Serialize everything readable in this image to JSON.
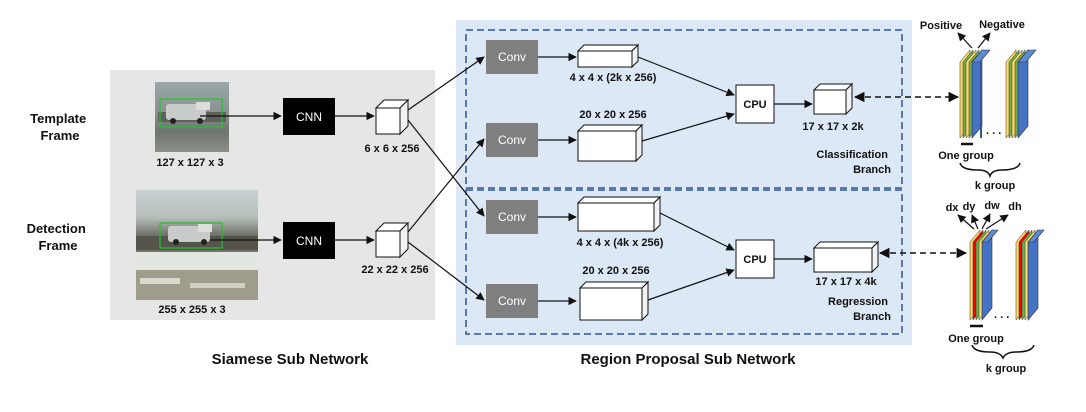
{
  "inputs": {
    "template_label": [
      "Template",
      "Frame"
    ],
    "template_dim": "127 x 127 x 3",
    "detection_label": [
      "Detection",
      "Frame"
    ],
    "detection_dim": "255 x 255 x 3"
  },
  "siamese": {
    "cnn_label": "CNN",
    "feat_top_dim": "6 x 6 x 256",
    "feat_bottom_dim": "22 x 22 x 256",
    "title": "Siamese Sub Network"
  },
  "rpn": {
    "conv_label": "Conv",
    "cls_conv_top_dim": "4 x 4 x (2k x 256)",
    "cls_conv_bottom_dim": "20 x 20 x 256",
    "cls_cpu": "CPU",
    "cls_out_dim": "17 x 17 x 2k",
    "cls_branch": [
      "Classification",
      "Branch"
    ],
    "reg_conv_top_dim": "4 x 4 x (4k x 256)",
    "reg_conv_bottom_dim": "20 x 20 x 256",
    "reg_cpu": "CPU",
    "reg_out_dim": "17 x 17 x 4k",
    "reg_branch": [
      "Regression",
      "Branch"
    ],
    "title": "Region Proposal Sub Network"
  },
  "outputs": {
    "cls_positive": "Positive",
    "cls_negative": "Negative",
    "cls_one_group": "One group",
    "cls_k_group": "k group",
    "reg_dx": "dx",
    "reg_dy": "dy",
    "reg_dw": "dw",
    "reg_dh": "dh",
    "reg_one_group": "One group",
    "reg_k_group": "k group",
    "ellipsis": ". . ."
  },
  "colors": {
    "siamese_bg": "#e6e6e6",
    "rpn_bg": "#dce8f5",
    "branch_border": "#2f5597",
    "conv_fill": "#7f7f7f",
    "cnn_fill": "#000000",
    "layer_blue": "#4472c4",
    "layer_yellow": "#ffd966",
    "layer_red": "#ff0000",
    "layer_green": "#70ad47"
  }
}
